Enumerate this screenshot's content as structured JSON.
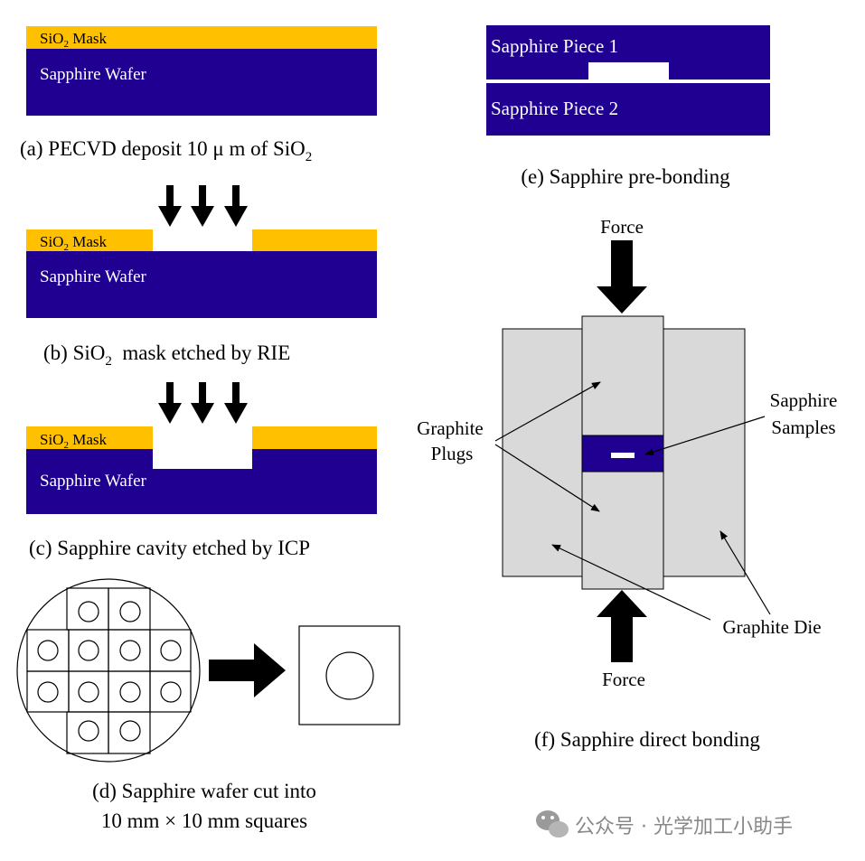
{
  "colors": {
    "mask": "#FFC000",
    "wafer": "#1F0090",
    "graphite": "#D9D9D9",
    "ink": "#000000",
    "watermark": "#888888"
  },
  "panel_a": {
    "mask_label_main": "SiO",
    "mask_label_sub": "2",
    "mask_label_tail": " Mask",
    "wafer_label": "Sapphire Wafer",
    "caption_main": "(a) PECVD deposit 10 μ m of SiO",
    "caption_sub": "2"
  },
  "panel_b": {
    "mask_label_main": "SiO",
    "mask_label_sub": "2",
    "mask_label_tail": " Mask",
    "wafer_label": "Sapphire Wafer",
    "caption_main": "(b) SiO",
    "caption_sub": "2",
    "caption_tail": "  mask etched by RIE"
  },
  "panel_c": {
    "mask_label_main": "SiO",
    "mask_label_sub": "2",
    "mask_label_tail": " Mask",
    "wafer_label": "Sapphire Wafer",
    "caption": "(c) Sapphire cavity etched by ICP"
  },
  "panel_d": {
    "caption_line1": "(d) Sapphire wafer cut into",
    "caption_line2": "10 mm × 10 mm squares"
  },
  "panel_e": {
    "piece1_label": "Sapphire Piece 1",
    "piece2_label": "Sapphire Piece 2",
    "caption": "(e) Sapphire pre-bonding"
  },
  "panel_f": {
    "force_top": "Force",
    "force_bottom": "Force",
    "plugs_line1": "Graphite",
    "plugs_line2": "Plugs",
    "samples_line1": "Sapphire",
    "samples_line2": "Samples",
    "die_label": "Graphite Die",
    "caption": "(f) Sapphire  direct bonding"
  },
  "watermark": {
    "icon": "wechat-icon",
    "text": "公众号 · 光学加工小助手"
  }
}
